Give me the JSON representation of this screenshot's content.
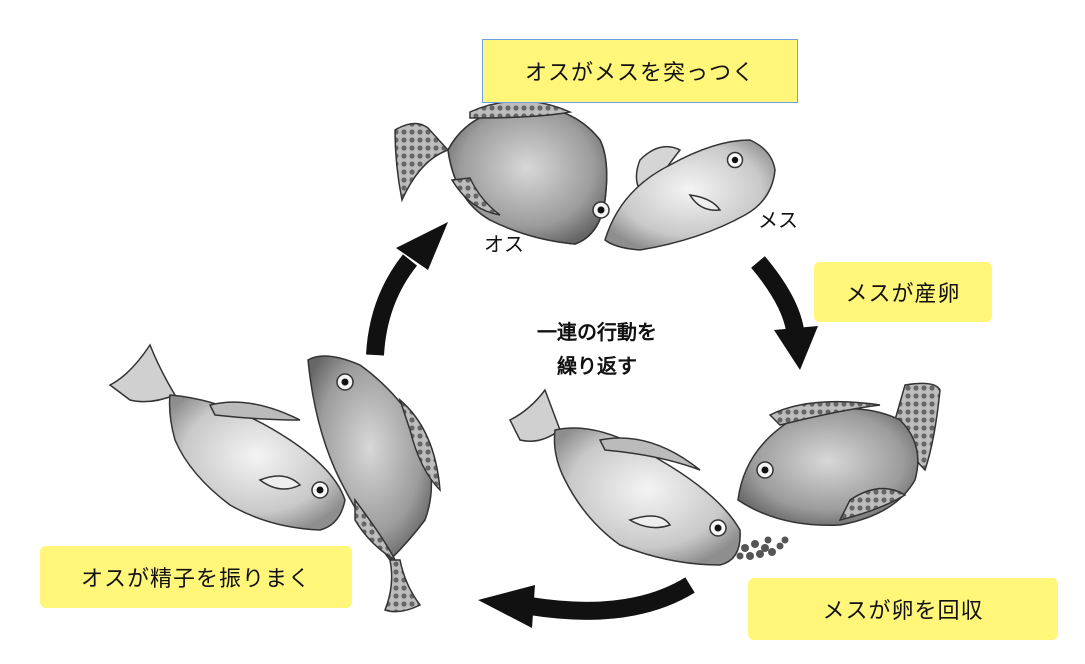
{
  "labels": {
    "top": "オスがメスを突っつく",
    "right_upper": "メスが産卵",
    "right_lower": "メスが卵を回収",
    "left": "オスが精子を振りまく"
  },
  "fish_tags": {
    "male": "オス",
    "female": "メス"
  },
  "center": {
    "line1": "一連の行動を",
    "line2": "繰り返す"
  },
  "colors": {
    "label_bg": "#fff67a",
    "arrow": "#111111",
    "top_label_border": "#6f9fe0"
  },
  "icons": [
    "fish-illustration",
    "cycle-arrow"
  ]
}
